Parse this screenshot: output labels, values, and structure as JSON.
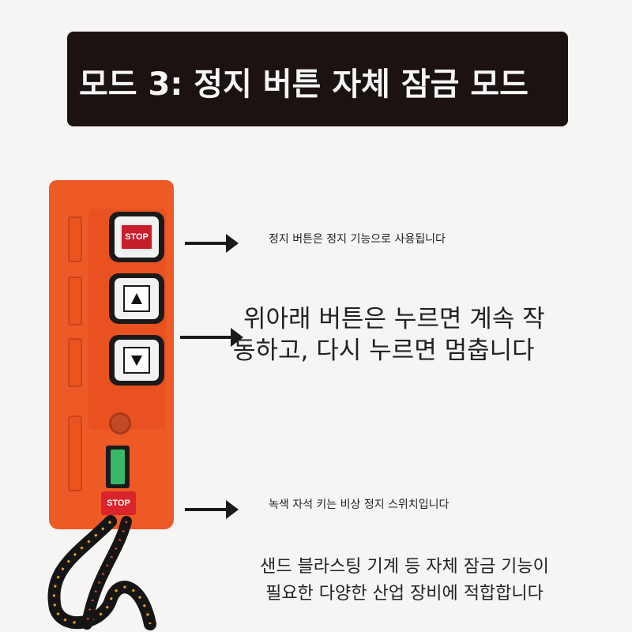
{
  "title": "모드 3: 정지 버튼 자체 잠금 모드",
  "remote": {
    "stop_button_label": "STOP",
    "emergency_stop_label": "STOP",
    "body_color": "#ee5a26",
    "key_color": "#39b86a",
    "stop_color": "#c81e2c"
  },
  "callouts": {
    "stop": "정지 버튼은 정지 기능으로 사용됩니다",
    "updown_line1": "위아래 버튼은 누르면 계속 작",
    "updown_line2": "동하고, 다시 누르면 멈춥니다",
    "key": "녹색 자석 키는 비상 정지 스위치입니다"
  },
  "footer": {
    "line1": "샌드 블라스팅 기계 등 자체 잠금 기능이",
    "line2": "필요한 다양한 산업 장비에 적합합니다"
  }
}
